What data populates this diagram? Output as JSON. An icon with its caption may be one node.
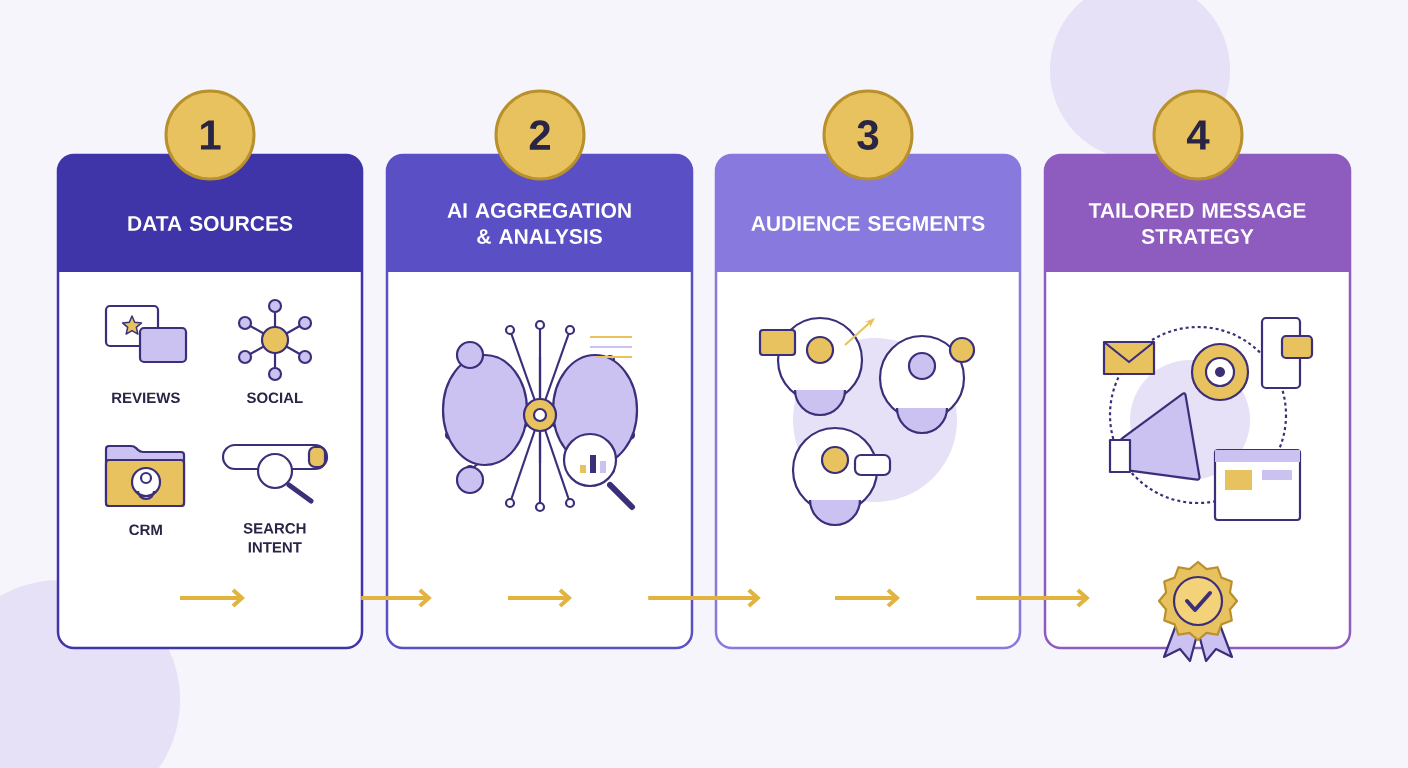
{
  "diagram": {
    "nodes": [
      {
        "text": [
          "1"
        ]
      },
      {
        "text": [
          "DATA SOURCES"
        ]
      },
      {
        "text": [
          "REVIEWS"
        ],
        "in": 1
      },
      {
        "text": [
          "SOCIAL"
        ],
        "in": 1
      },
      {
        "text": [
          "CRM"
        ],
        "in": 1
      },
      {
        "text": [
          "SEARCH INTENT"
        ],
        "in": 1
      },
      {
        "text": [
          "2"
        ]
      },
      {
        "text": [
          "AI AGGREGATION & ANALYSIS"
        ]
      },
      {
        "text": [
          "3"
        ]
      },
      {
        "text": [
          "AUDIENCE SEGMENTS"
        ]
      },
      {
        "text": [
          "4"
        ]
      },
      {
        "text": [
          "TAILORED MESSAGE STRATEGY"
        ]
      }
    ],
    "edges": [
      {
        "from": 1,
        "to": 7,
        "arrow": "to"
      },
      {
        "from": 7,
        "to": 9,
        "arrow": "to"
      },
      {
        "from": 9,
        "to": 11,
        "arrow": "to"
      }
    ]
  }
}
